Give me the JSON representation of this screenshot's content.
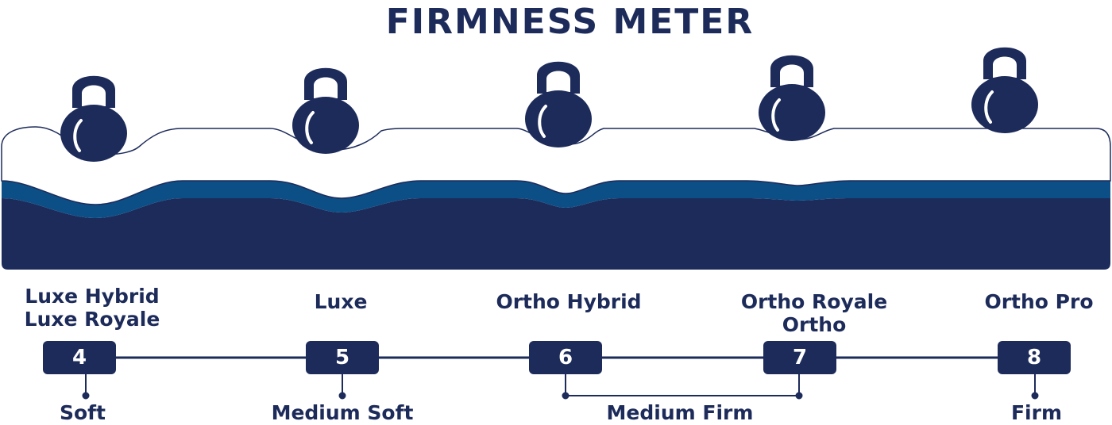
{
  "title": "FIRMNESS METER",
  "colors": {
    "navy": "#1d2b5a",
    "blue_band": "#0b4f86",
    "white": "#ffffff",
    "outline": "#1d2b5a"
  },
  "icons": [
    "kettlebell-icon"
  ],
  "levels": [
    {
      "rating": "4",
      "products": [
        "Luxe Hybrid",
        "Luxe Royale"
      ]
    },
    {
      "rating": "5",
      "products": [
        "Luxe"
      ]
    },
    {
      "rating": "6",
      "products": [
        "Ortho Hybrid"
      ]
    },
    {
      "rating": "7",
      "products": [
        "Ortho Royale",
        "Ortho"
      ]
    },
    {
      "rating": "8",
      "products": [
        "Ortho Pro"
      ]
    }
  ],
  "categories": [
    {
      "label": "Soft",
      "spans": [
        "4"
      ]
    },
    {
      "label": "Medium Soft",
      "spans": [
        "5"
      ]
    },
    {
      "label": "Medium Firm",
      "spans": [
        "6",
        "7"
      ]
    },
    {
      "label": "Firm",
      "spans": [
        "8"
      ]
    }
  ]
}
